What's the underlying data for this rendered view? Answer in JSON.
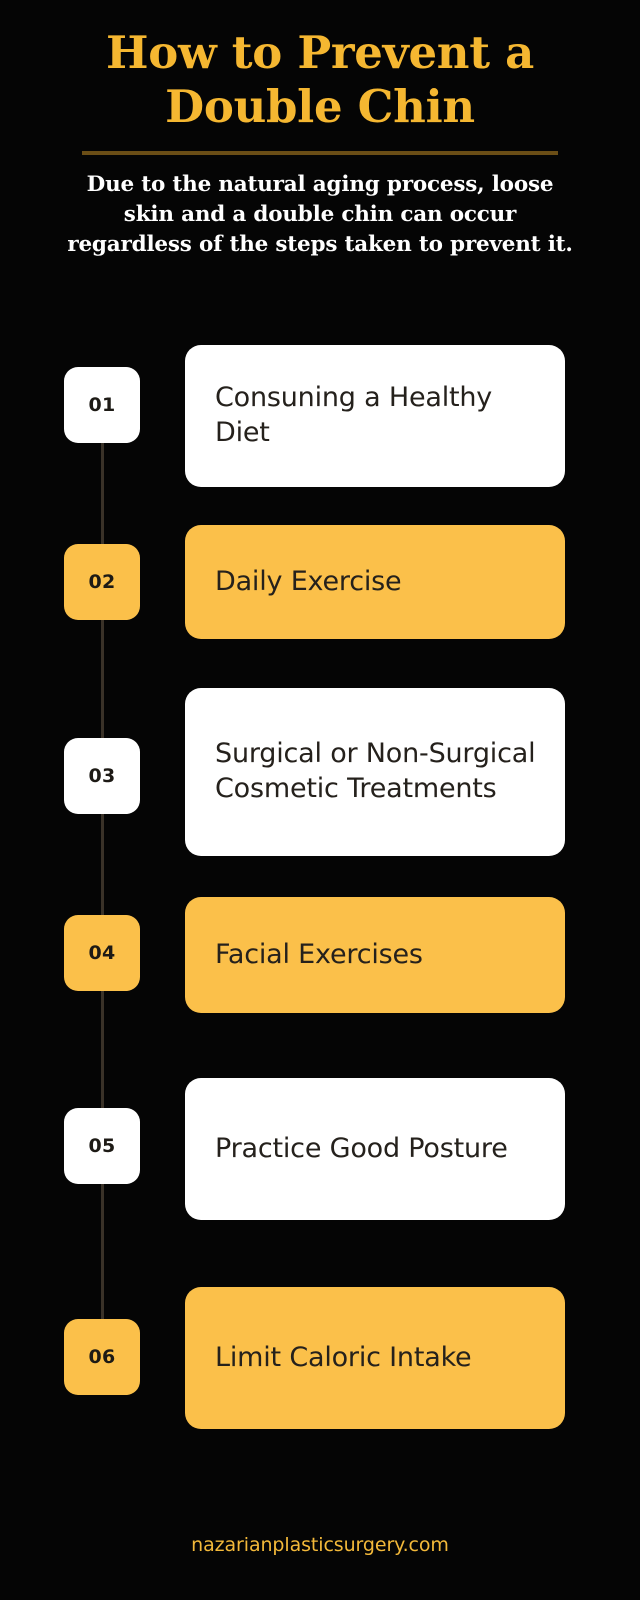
{
  "header": {
    "title": "How to Prevent a Double Chin",
    "subtitle": "Due to the natural aging process, loose skin and a double chin can occur regardless of the steps taken to prevent it."
  },
  "theme": {
    "background": "#050505",
    "title_gold": "#F5B731",
    "amber": "#FBC04A",
    "card_white": "#FFFFFF",
    "text_dark": "#25211C",
    "divider": "#6B4E16",
    "connector": "#3A3228",
    "footer_gold": "#F3B93A"
  },
  "steps": [
    {
      "number": "01",
      "label": "Consuning a Healthy Diet",
      "variant": "light"
    },
    {
      "number": "02",
      "label": "Daily Exercise",
      "variant": "amber"
    },
    {
      "number": "03",
      "label": "Surgical or Non-Surgical Cosmetic Treatments",
      "variant": "light"
    },
    {
      "number": "04",
      "label": "Facial Exercises",
      "variant": "amber"
    },
    {
      "number": "05",
      "label": "Practice Good Posture",
      "variant": "light"
    },
    {
      "number": "06",
      "label": "Limit Caloric Intake",
      "variant": "amber"
    }
  ],
  "footer": {
    "url": "nazarianplasticsurgery.com"
  }
}
